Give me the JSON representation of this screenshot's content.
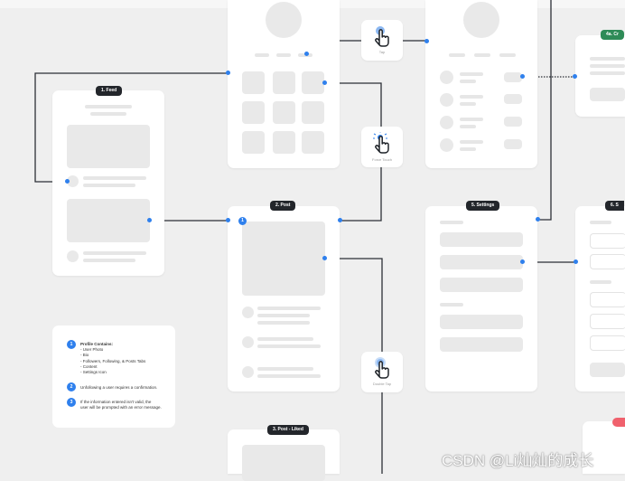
{
  "screens": {
    "feed": "1. Feed",
    "post": "2. Post",
    "post_liked": "3. Post - Liked",
    "settings": "5. Settings",
    "right_cut": "6. S",
    "right_top_green": "4a. Cr"
  },
  "gestures": {
    "tap": "Tap",
    "force_touch": "Force Touch",
    "double_tap": "Double Tap"
  },
  "notes": [
    {
      "number": "1",
      "title": "Profile Contains:",
      "items": [
        "- User Photo",
        "- Bio",
        "- Followers, Following, & Posts Tabs",
        "- Content",
        "- Settings Icon"
      ]
    },
    {
      "number": "2",
      "text": "Unfollowing a user requires a confirmation."
    },
    {
      "number": "3",
      "lines": [
        "If the information entered isn't valid, the",
        "user will be prompted with an error message."
      ]
    }
  ],
  "post_badge": "1",
  "watermark": "CSDN @Li灿灿的成长",
  "colors": {
    "background": "#efefef",
    "wire": "#2b2f36",
    "accent": "#2f80ed",
    "label_bg": "#23262b",
    "green_label": "#2e8b57"
  }
}
